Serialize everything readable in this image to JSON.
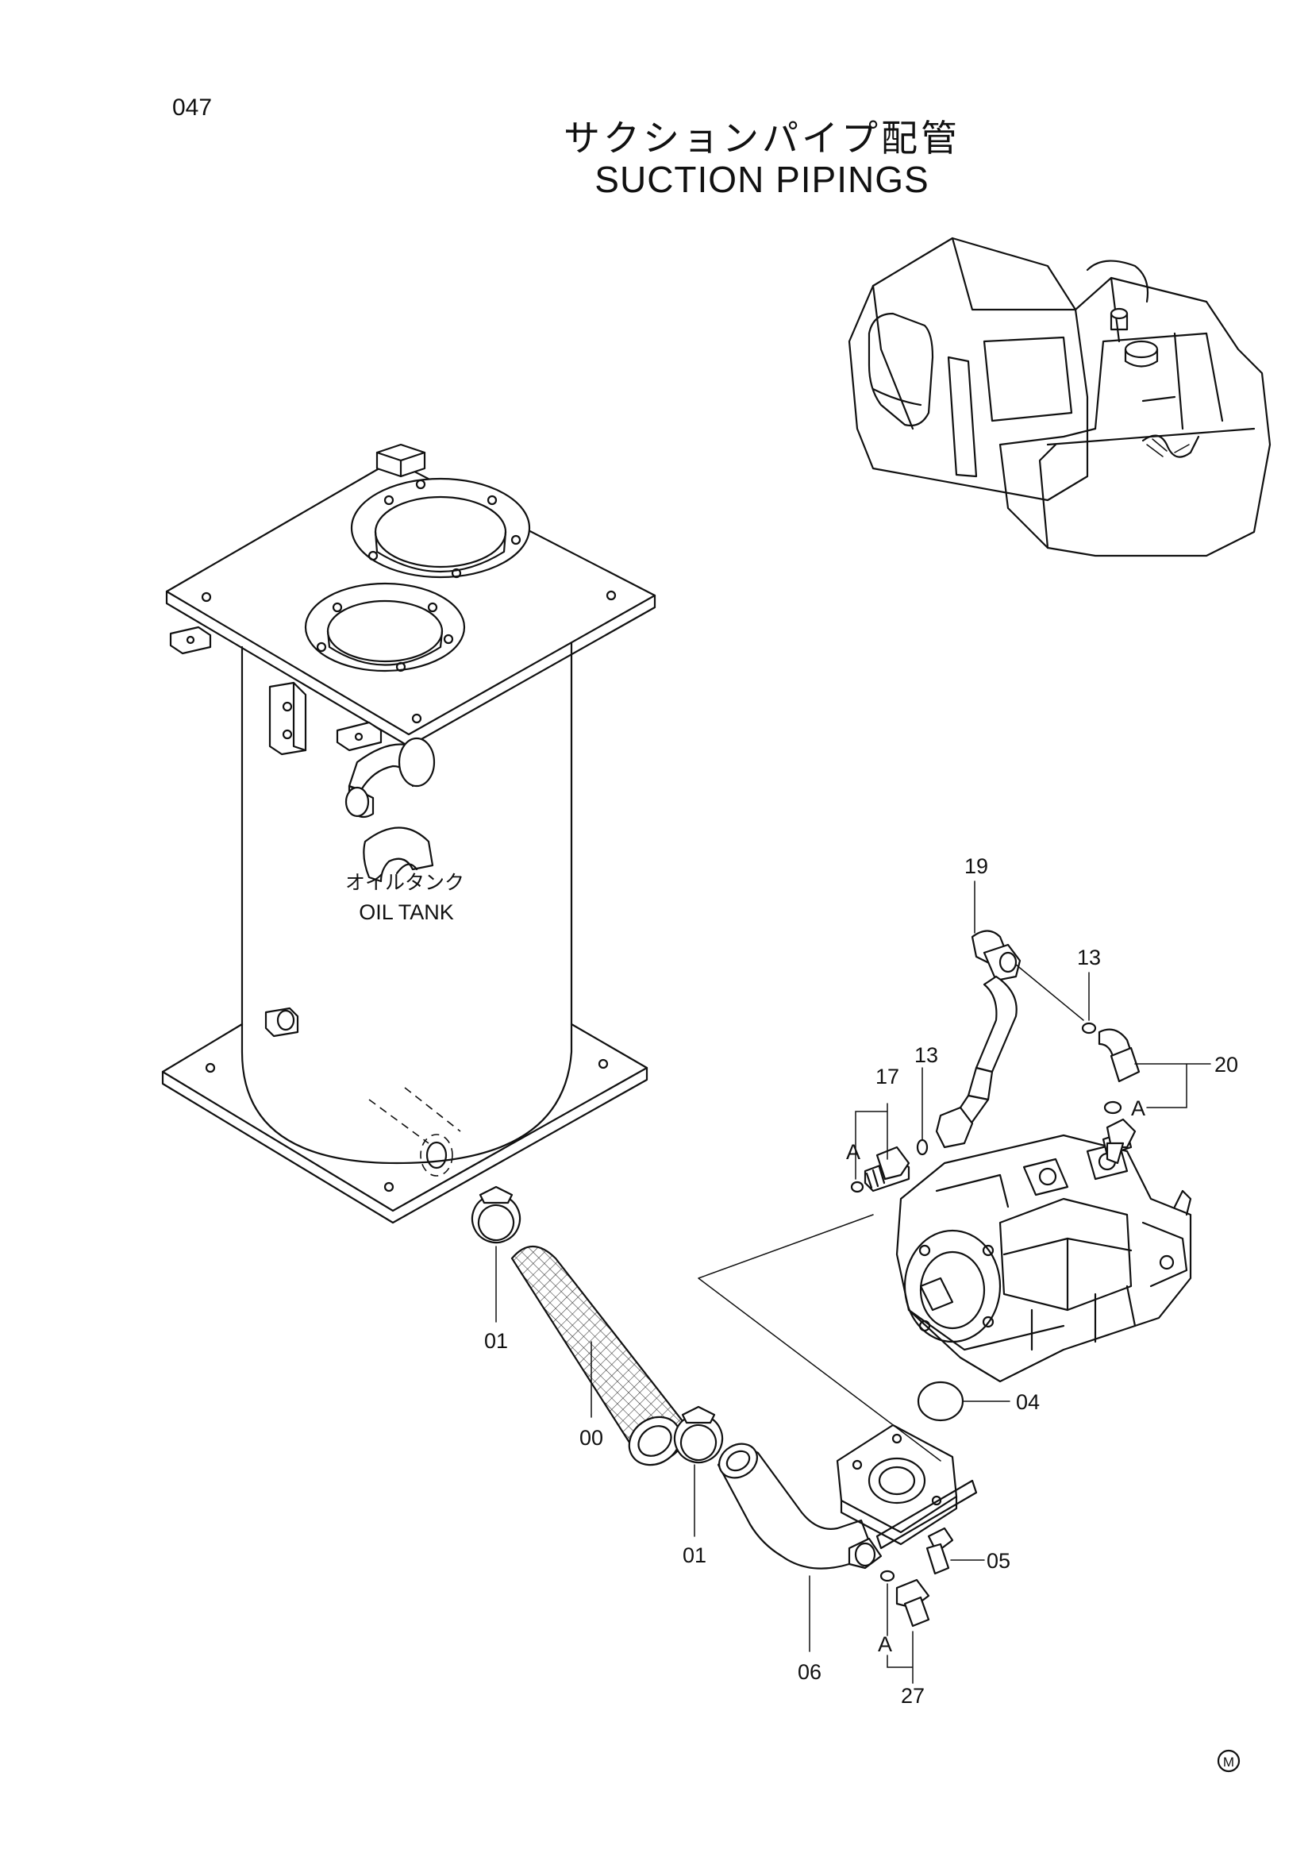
{
  "header": {
    "page_number": "047",
    "title_jp": "サクションパイプ配管",
    "title_en": "SUCTION PIPINGS"
  },
  "labels": {
    "oil_tank_jp": "オイルタンク",
    "oil_tank_en": "OIL TANK",
    "part_00": "00",
    "part_01_upper": "01",
    "part_01_lower": "01",
    "part_04": "04",
    "part_05": "05",
    "part_06": "06",
    "part_13_upper": "13",
    "part_13_lower": "13",
    "part_17": "17",
    "part_19": "19",
    "part_20": "20",
    "part_27": "27",
    "ref_a_17": "A",
    "ref_a_20": "A",
    "ref_a_27": "A"
  },
  "footer": {
    "mark": "M"
  }
}
